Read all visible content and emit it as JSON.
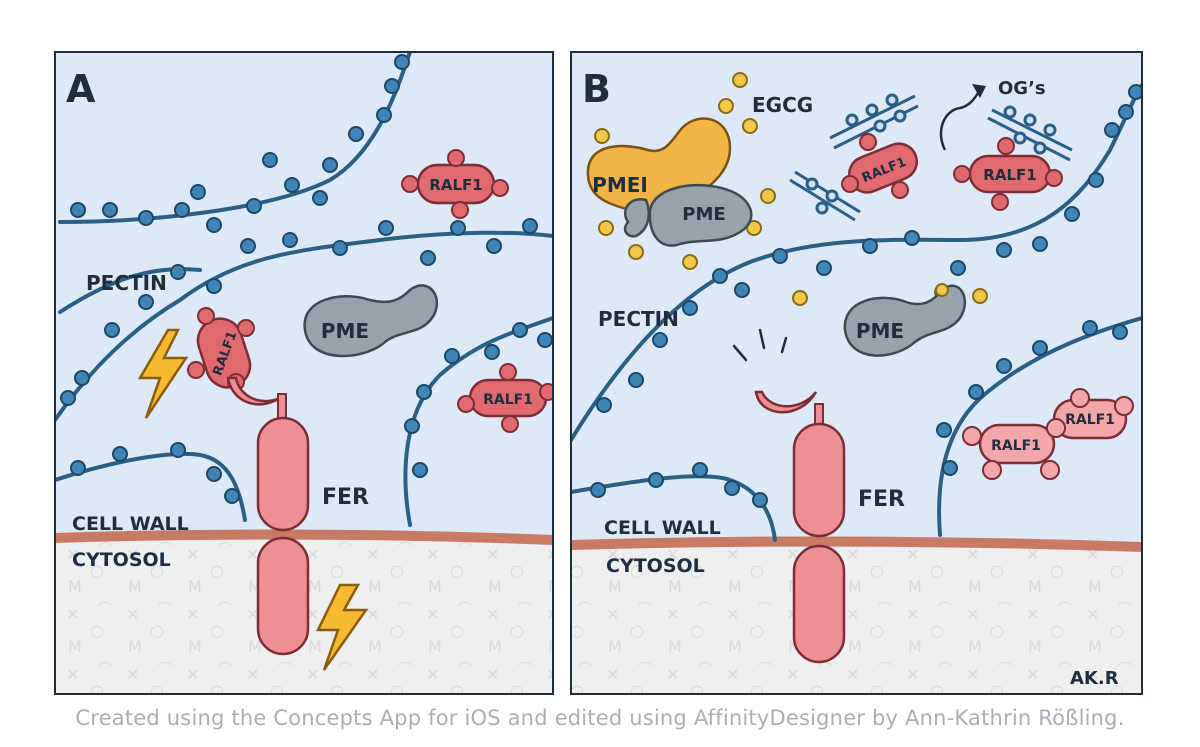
{
  "panel_a": {
    "letter": "A",
    "pectin_label": "PECTIN",
    "cell_wall_label": "CELL WALL",
    "cytosol_label": "CYTOSOL",
    "ralf1_label": "RALF1",
    "pme_label": "PME",
    "fer_label": "FER"
  },
  "panel_b": {
    "letter": "B",
    "egcg_label": "EGCG",
    "ogs_label": "OG’s",
    "pmei_label": "PMEI",
    "pme_label": "PME",
    "pectin_label": "PECTIN",
    "cell_wall_label": "CELL WALL",
    "cytosol_label": "CYTOSOL",
    "ralf1_label": "RALF1",
    "fer_label": "FER",
    "signature": "AK.R"
  },
  "caption": "Created using the Concepts App for iOS and edited using AffinityDesigner by Ann-Kathrin Rößling.",
  "colors": {
    "wall_bg": "#dde9f6",
    "cytosol_bg": "#efefef",
    "pectin": "#2b5f86",
    "bead": "#3f85b8",
    "ralf_red": "#e06a70",
    "fer_pink": "#ee8e95",
    "pme_grey": "#96a3ab",
    "pmei_orange": "#f0b447",
    "egcg_yellow": "#f2c84b",
    "bolt": "#f5b932",
    "membrane": "#c97a64"
  }
}
